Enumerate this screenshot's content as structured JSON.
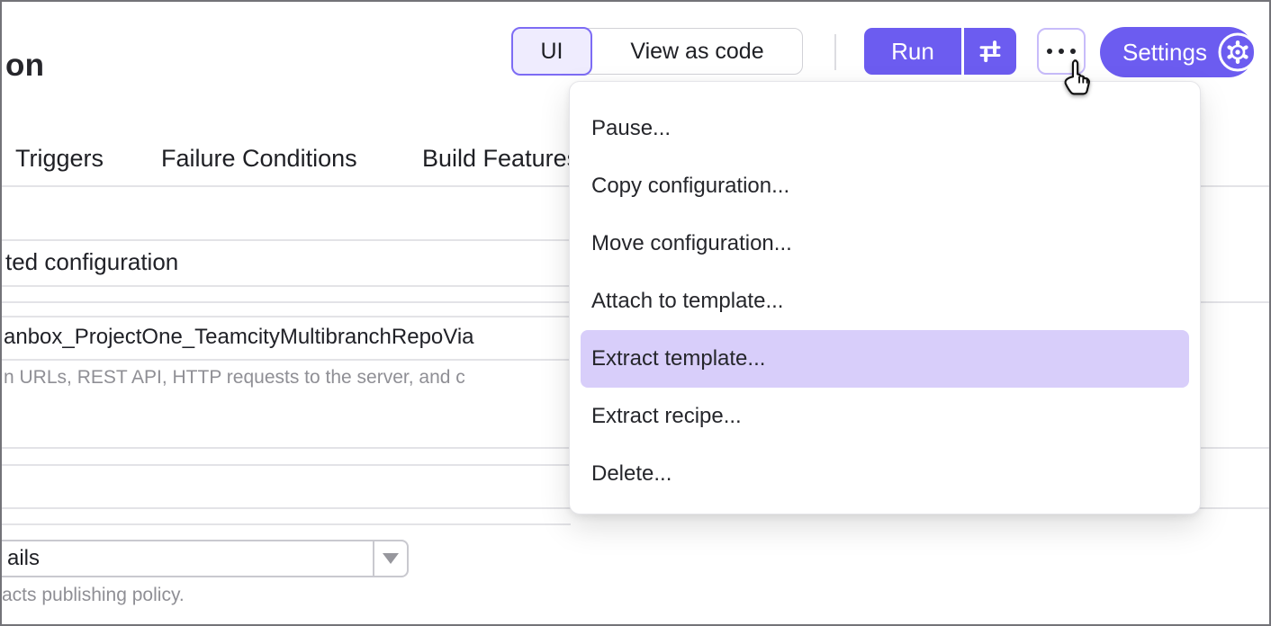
{
  "window": {
    "title_fragment": "on"
  },
  "toolbar": {
    "ui_label": "UI",
    "view_as_code_label": "View as code",
    "run_label": "Run",
    "settings_label": "Settings"
  },
  "icons": {
    "run_options": "sliders-icon",
    "more": "ellipsis-icon",
    "settings": "gear-icon",
    "select_arrow": "triangle-down-icon",
    "cursor": "hand-pointer-cursor"
  },
  "tabs": [
    {
      "label": "Triggers"
    },
    {
      "label": "Failure Conditions"
    },
    {
      "label": "Build Features"
    }
  ],
  "menu": {
    "items": [
      {
        "label": "Pause...",
        "highlighted": false
      },
      {
        "label": "Copy configuration...",
        "highlighted": false
      },
      {
        "label": "Move configuration...",
        "highlighted": false
      },
      {
        "label": "Attach to template...",
        "highlighted": false
      },
      {
        "label": "Extract template...",
        "highlighted": true
      },
      {
        "label": "Extract recipe...",
        "highlighted": false
      },
      {
        "label": "Delete...",
        "highlighted": false
      }
    ]
  },
  "form": {
    "row_text_fragment": "ted configuration",
    "config_id_fragment": "anbox_ProjectOne_TeamcityMultibranchRepoVia",
    "config_id_help_fragment": "n URLs, REST API, HTTP requests to the server, and c",
    "select_value_fragment": "ails",
    "select_help_fragment": "acts publishing policy."
  },
  "colors": {
    "accent": "#6c5cf0",
    "menu_highlight": "#d8cefa",
    "toggle_fill": "#efecfe",
    "toggle_border": "#7d6cf4",
    "text": "#1f2025",
    "muted_text": "#8f8f95",
    "divider": "#e3e3e7"
  }
}
